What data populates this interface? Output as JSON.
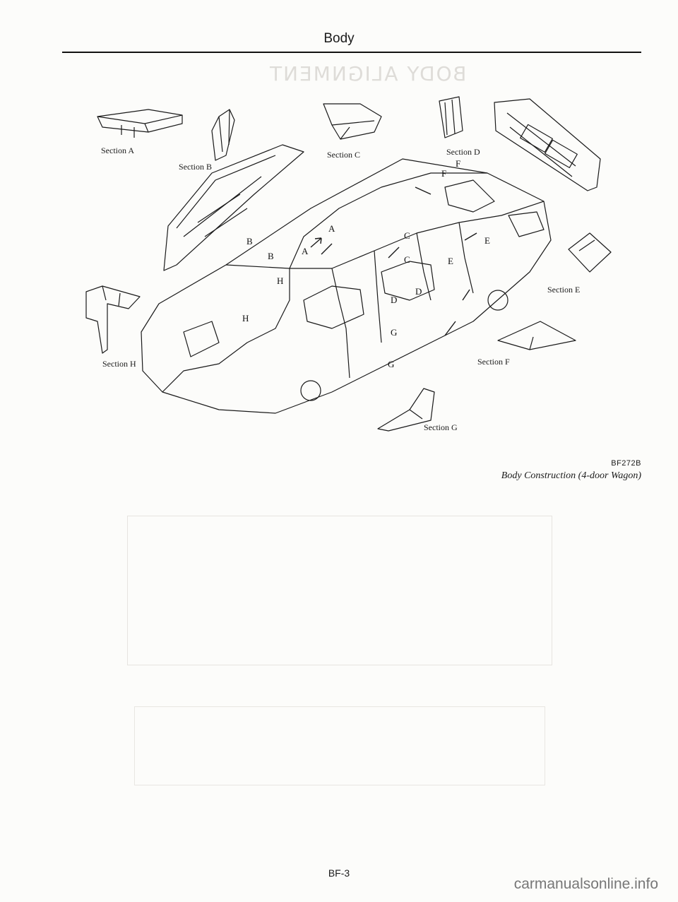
{
  "header": {
    "title": "Body"
  },
  "diagram": {
    "sections": {
      "a": "Section A",
      "b": "Section B",
      "c": "Section C",
      "d": "Section D",
      "e": "Section E",
      "f": "Section F",
      "g": "Section G",
      "h": "Section H"
    },
    "letters": {
      "a": "A",
      "b": "B",
      "c": "C",
      "d": "D",
      "e": "E",
      "f": "F",
      "g": "G",
      "h": "H"
    }
  },
  "figure": {
    "code": "BF272B",
    "caption": "Body Construction (4-door Wagon)"
  },
  "footer": {
    "page_number": "BF-3"
  },
  "watermark": "carmanualsonline.info"
}
